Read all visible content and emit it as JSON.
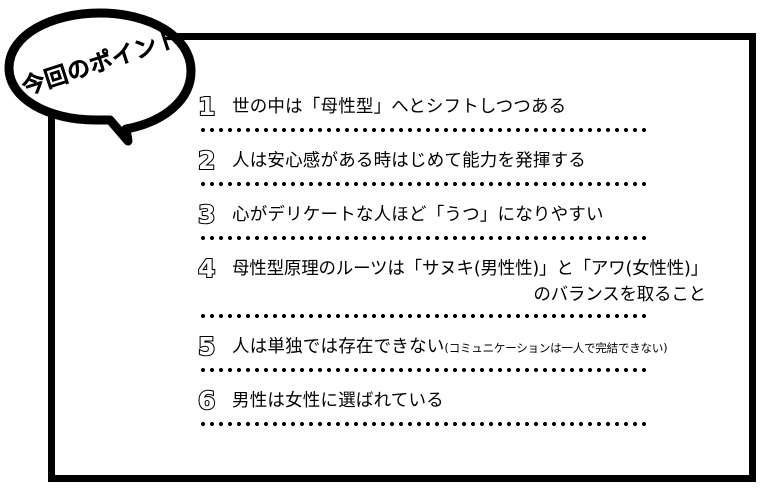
{
  "bubble": {
    "label": "今回のポイント",
    "icon": "speech-bubble"
  },
  "frame": {
    "border_color": "#000000"
  },
  "points": [
    {
      "number": "1",
      "lines": [
        "世の中は「母性型」へとシフトしつつある"
      ],
      "note": ""
    },
    {
      "number": "2",
      "lines": [
        "人は安心感がある時はじめて能力を発揮する"
      ],
      "note": ""
    },
    {
      "number": "3",
      "lines": [
        "心がデリケートな人ほど「うつ」になりやすい"
      ],
      "note": ""
    },
    {
      "number": "4",
      "lines": [
        "母性型原理のルーツは「サヌキ(男性性)」と「アワ(女性性)」",
        "のバランスを取ること"
      ],
      "note": ""
    },
    {
      "number": "5",
      "lines": [
        "人は単独では存在できない"
      ],
      "note": "(コミュニケーションは一人で完結できない)"
    },
    {
      "number": "6",
      "lines": [
        "男性は女性に選ばれている"
      ],
      "note": ""
    }
  ]
}
